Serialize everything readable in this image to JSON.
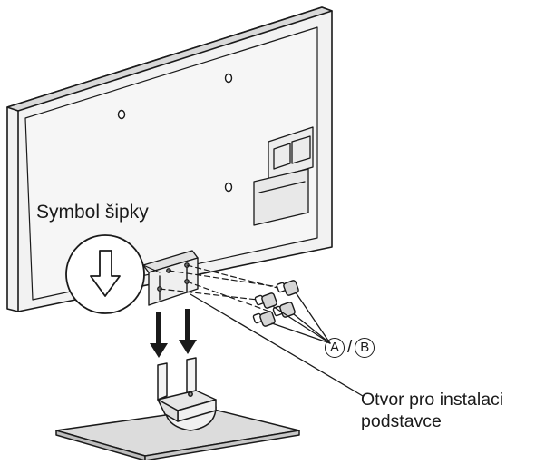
{
  "labels": {
    "arrow_symbol": "Symbol šipky",
    "screw_a": "A",
    "screw_separator": "/",
    "screw_b": "B",
    "hole_line1": "Otvor pro instalaci",
    "hole_line2": "podstavce"
  },
  "colors": {
    "line": "#1a1a1a",
    "panel_back": "#f2f2f2",
    "panel_edge": "#d9d9d9",
    "fill_dark": "#9a9a9a",
    "background": "#ffffff"
  }
}
